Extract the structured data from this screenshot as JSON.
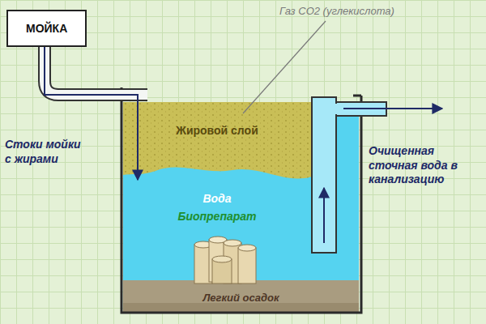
{
  "diagram": {
    "nodes": [
      {
        "text": [
          "МОЙКА"
        ]
      },
      {
        "text": [
          "Жировой слой"
        ]
      },
      {
        "text": [
          "Вода",
          "Биопрепарат"
        ]
      },
      {
        "text": [
          "Легкий осадок"
        ]
      }
    ],
    "edges": [
      {
        "from": 0,
        "to": 2,
        "arrow": "to"
      }
    ],
    "labels": [
      "Газ CO2 (углекислота)",
      "Стоки мойки с жирами",
      "Очищенная сточная вода в канализацию"
    ]
  }
}
